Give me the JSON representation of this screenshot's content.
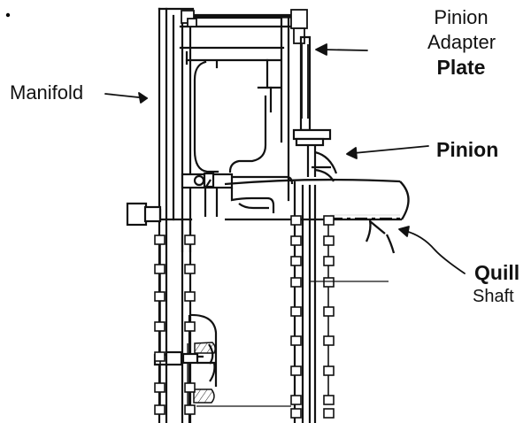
{
  "labels": {
    "manifold": "Manifold",
    "pinion_top_line": "Pinion",
    "adapter": "Adapter",
    "plate": "Plate",
    "pinion": "Pinion",
    "quill": "Quill",
    "shaft": "Shaft"
  }
}
